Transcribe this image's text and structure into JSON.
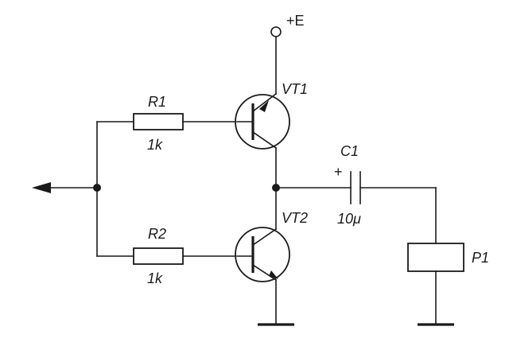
{
  "supply": {
    "label": "+E"
  },
  "transistors": [
    {
      "ref": "VT1"
    },
    {
      "ref": "VT2"
    }
  ],
  "resistors": [
    {
      "ref": "R1",
      "value": "1k"
    },
    {
      "ref": "R2",
      "value": "1k"
    }
  ],
  "capacitor": {
    "ref": "C1",
    "value": "10μ",
    "polarity": "+"
  },
  "relay": {
    "ref": "P1"
  }
}
